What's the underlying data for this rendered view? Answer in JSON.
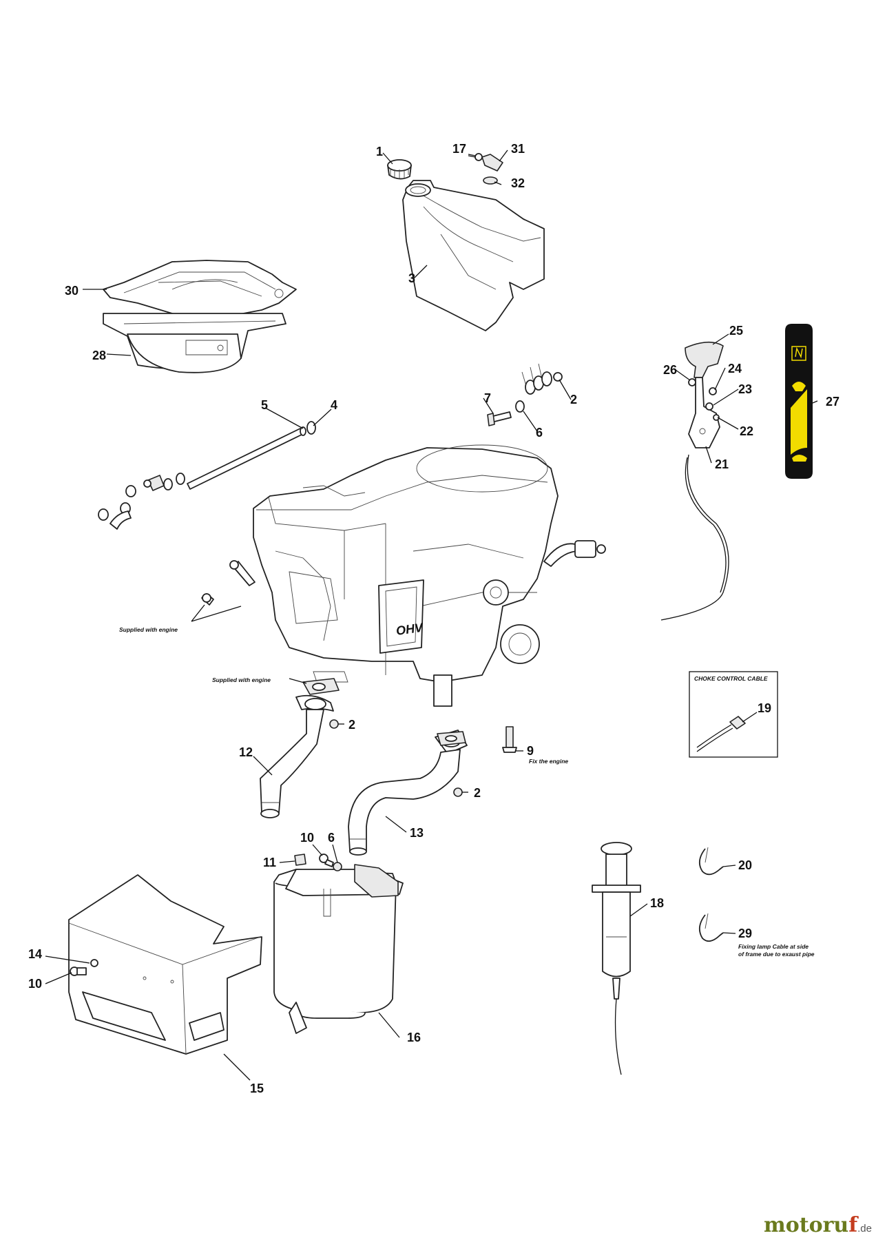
{
  "parts": [
    {
      "id": "p1",
      "label": "1"
    },
    {
      "id": "p2a",
      "label": "2"
    },
    {
      "id": "p2b",
      "label": "2"
    },
    {
      "id": "p2c",
      "label": "2"
    },
    {
      "id": "p3",
      "label": "3"
    },
    {
      "id": "p4",
      "label": "4"
    },
    {
      "id": "p5",
      "label": "5"
    },
    {
      "id": "p6a",
      "label": "6"
    },
    {
      "id": "p6b",
      "label": "6"
    },
    {
      "id": "p7",
      "label": "7"
    },
    {
      "id": "p9",
      "label": "9"
    },
    {
      "id": "p10a",
      "label": "10"
    },
    {
      "id": "p10b",
      "label": "10"
    },
    {
      "id": "p11",
      "label": "11"
    },
    {
      "id": "p12",
      "label": "12"
    },
    {
      "id": "p13",
      "label": "13"
    },
    {
      "id": "p14",
      "label": "14"
    },
    {
      "id": "p15",
      "label": "15"
    },
    {
      "id": "p16",
      "label": "16"
    },
    {
      "id": "p17",
      "label": "17"
    },
    {
      "id": "p18",
      "label": "18"
    },
    {
      "id": "p19",
      "label": "19"
    },
    {
      "id": "p20",
      "label": "20"
    },
    {
      "id": "p21",
      "label": "21"
    },
    {
      "id": "p22",
      "label": "22"
    },
    {
      "id": "p23",
      "label": "23"
    },
    {
      "id": "p24",
      "label": "24"
    },
    {
      "id": "p25",
      "label": "25"
    },
    {
      "id": "p26",
      "label": "26"
    },
    {
      "id": "p27",
      "label": "27"
    },
    {
      "id": "p28",
      "label": "28"
    },
    {
      "id": "p29",
      "label": "29"
    },
    {
      "id": "p30",
      "label": "30"
    },
    {
      "id": "p31",
      "label": "31"
    },
    {
      "id": "p32",
      "label": "32"
    }
  ],
  "notes": {
    "supplied_with_engine_1": "Supplied with engine",
    "supplied_with_engine_2": "Supplied with engine",
    "fix_engine": "Fix the engine",
    "choke_title": "CHOKE CONTROL CABLE",
    "fixing_lamp_line1": "Fixing lamp Cable at side",
    "fixing_lamp_line2": "of frame due to exaust pipe",
    "engine_badge": "OHV"
  },
  "watermark": {
    "main": "motoru",
    "accent": "f",
    "tld": ".de"
  },
  "colors": {
    "decal_yellow": "#f2dc00",
    "decal_black": "#111111"
  }
}
